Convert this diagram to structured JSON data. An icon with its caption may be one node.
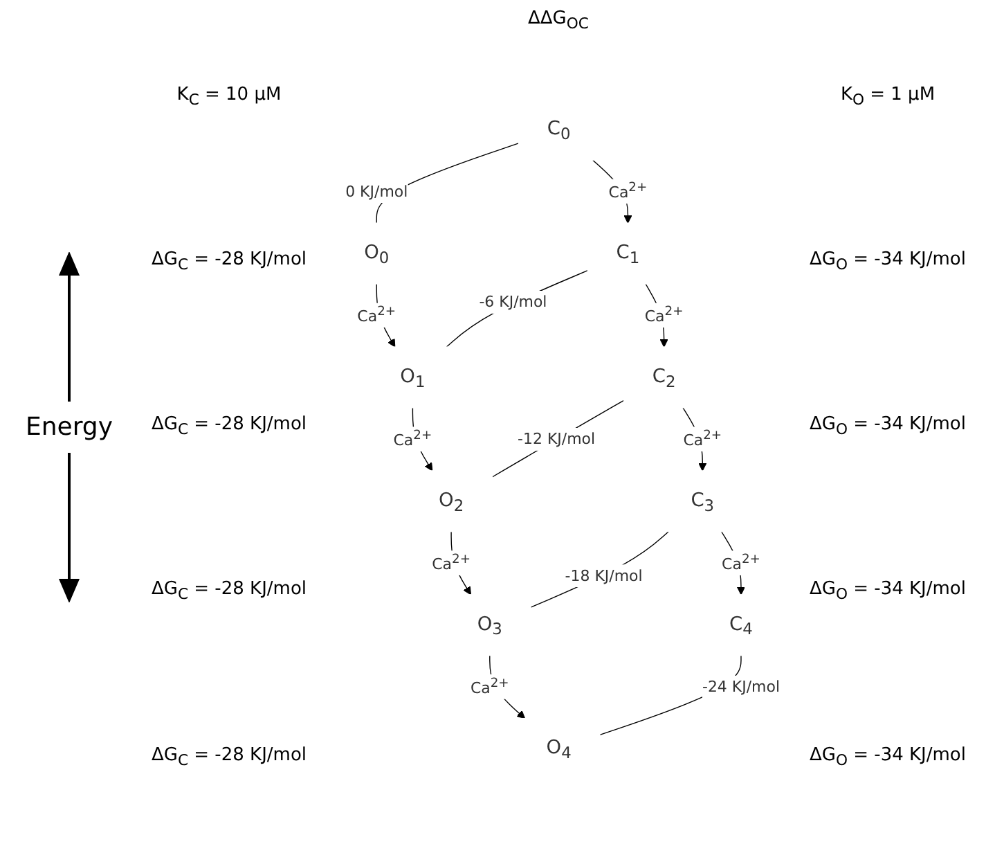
{
  "diagram": {
    "nodes": [
      {
        "text": [
          "C$_{0}$"
        ]
      },
      {
        "text": [
          "O$_{0}$"
        ]
      },
      {
        "text": [
          "C$_{1}$"
        ]
      },
      {
        "text": [
          "O$_{1}$"
        ]
      },
      {
        "text": [
          "C$_{2}$"
        ]
      },
      {
        "text": [
          "O$_{2}$"
        ]
      },
      {
        "text": [
          "C$_{3}$"
        ]
      },
      {
        "text": [
          "O$_{3}$"
        ]
      },
      {
        "text": [
          "C$_{4}$"
        ]
      },
      {
        "text": [
          "O$_{4}$"
        ]
      }
    ],
    "edges": [
      {
        "from": 0,
        "to": 2,
        "arrow": "to",
        "label": "Ca$^{2+}$"
      },
      {
        "from": 2,
        "to": 4,
        "arrow": "to",
        "label": "Ca$^{2+}$"
      },
      {
        "from": 4,
        "to": 6,
        "arrow": "to",
        "label": "Ca$^{2+}$"
      },
      {
        "from": 6,
        "to": 8,
        "arrow": "to",
        "label": "Ca$^{2+}$"
      },
      {
        "from": 1,
        "to": 3,
        "arrow": "to",
        "label": "Ca$^{2+}$"
      },
      {
        "from": 3,
        "to": 5,
        "arrow": "to",
        "label": "Ca$^{2+}$"
      },
      {
        "from": 5,
        "to": 7,
        "arrow": "to",
        "label": "Ca$^{2+}$"
      },
      {
        "from": 7,
        "to": 9,
        "arrow": "to",
        "label": "Ca$^{2+}$"
      },
      {
        "from": 0,
        "to": 1,
        "arrow": "none",
        "label": "0 KJ/mol"
      },
      {
        "from": 2,
        "to": 3,
        "arrow": "none",
        "label": "-6 KJ/mol"
      },
      {
        "from": 4,
        "to": 5,
        "arrow": "none",
        "label": "-12 KJ/mol"
      },
      {
        "from": 6,
        "to": 7,
        "arrow": "none",
        "label": "-18 KJ/mol"
      },
      {
        "from": 8,
        "to": 9,
        "arrow": "none",
        "label": "-24 KJ/mol"
      }
    ],
    "labels": [
      "ΔΔG$_{OC}$",
      "K$_{C}$ = 10 μM",
      "K$_{O}$ = 1 μM",
      "Energy",
      "ΔG$_{C}$ = -28 KJ/mol",
      "ΔG$_{C}$ = -28 KJ/mol",
      "ΔG$_{C}$ = -28 KJ/mol",
      "ΔG$_{C}$ = -28 KJ/mol",
      "ΔG$_{O}$ = -34 KJ/mol",
      "ΔG$_{O}$ = -34 KJ/mol",
      "ΔG$_{O}$ = -34 KJ/mol",
      "ΔG$_{O}$ = -34 KJ/mol"
    ]
  }
}
